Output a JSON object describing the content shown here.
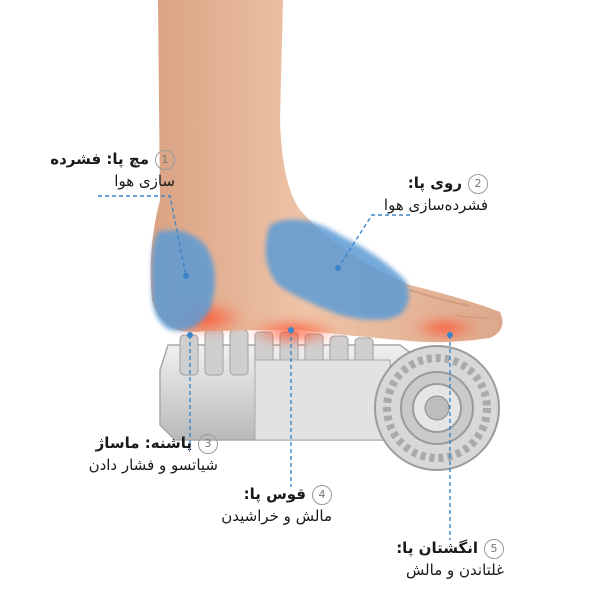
{
  "callouts": [
    {
      "number": "1",
      "line1": "مچ پا: فشرده",
      "line2": "سازی هوا"
    },
    {
      "number": "2",
      "line1": "روی پا:",
      "line2": "فشرده‌سازی هوا"
    },
    {
      "number": "3",
      "line1": "پاشنه: ماساژ",
      "line2": "شیاتسو و فشار دادن"
    },
    {
      "number": "4",
      "line1": "قوس پا:",
      "line2": "مالش و خراشیدن"
    },
    {
      "number": "5",
      "line1": "انگشتان پا:",
      "line2": "غلتاندن و مالش"
    }
  ],
  "colors": {
    "skin": "#e8b99a",
    "air_pad": "#5b9bd5",
    "heat": "#f05a3c",
    "device": "#d6d6d6",
    "leader_line": "#3b86c9"
  }
}
